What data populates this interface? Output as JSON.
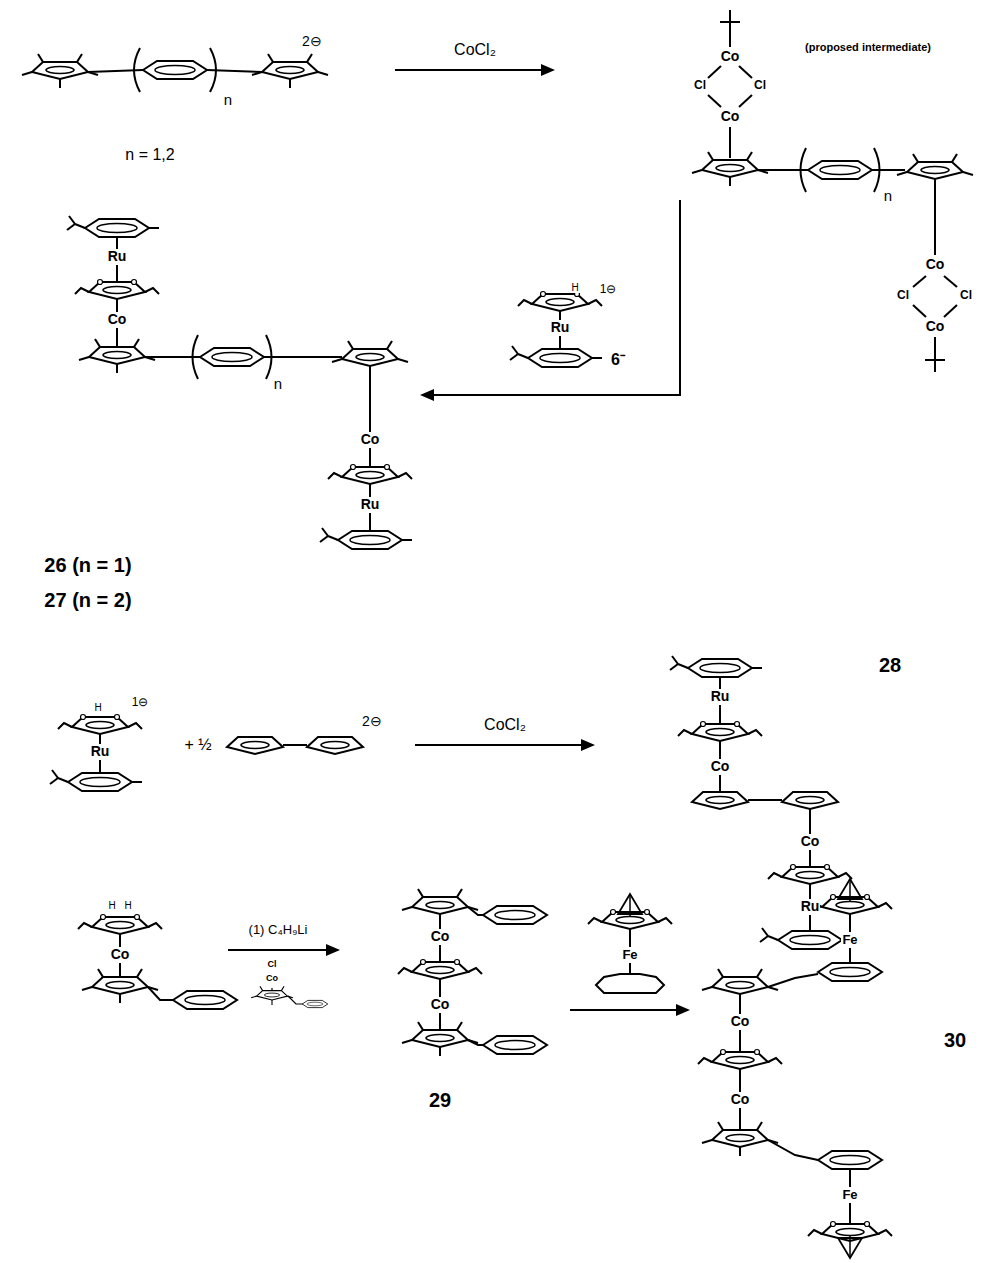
{
  "diagram": {
    "labels": [
      "2⊖",
      "n",
      "n = 1,2",
      "CoCl₂",
      "Co",
      "(proposed intermediate)",
      "Cl",
      "Cl",
      "Co",
      "n",
      "Co",
      "Cl",
      "Cl",
      "Co",
      "H",
      "1⊖",
      "Ru",
      "6⁻",
      "Ru",
      "Co",
      "n",
      "Co",
      "Ru",
      "26 (n = 1)",
      "27 (n = 2)",
      "28",
      "H",
      "1⊖",
      "Ru",
      "+ ½",
      "2⊖",
      "CoCl₂",
      "Ru",
      "Co",
      "Co",
      "Ru",
      "H",
      "H",
      "Co",
      "(1) C₄H₉Li",
      "Cl",
      "Co",
      "Co",
      "Co",
      "29",
      "Fe",
      "Fe",
      "30",
      "Co",
      "Co",
      "Fe"
    ]
  }
}
